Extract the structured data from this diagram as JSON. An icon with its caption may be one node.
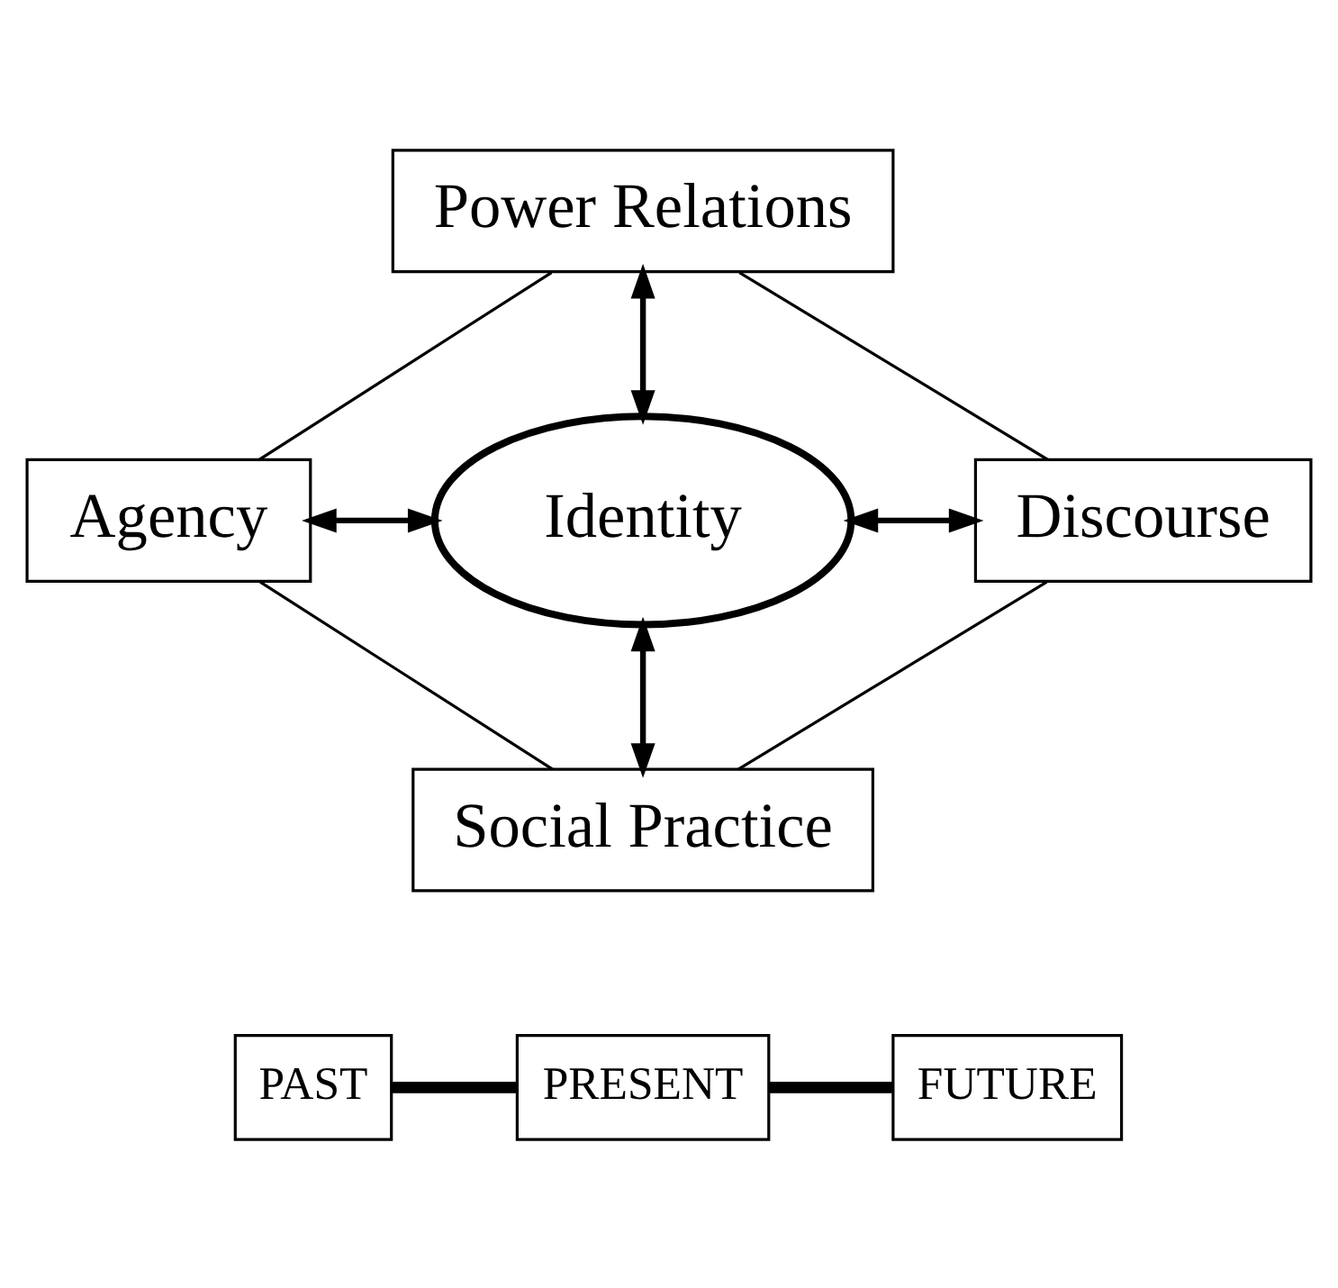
{
  "diagram": {
    "nodes": [
      {
        "text": [
          "Power Relations"
        ]
      },
      {
        "text": [
          "Agency"
        ]
      },
      {
        "text": [
          "Identity"
        ]
      },
      {
        "text": [
          "Discourse"
        ]
      },
      {
        "text": [
          "Social Practice"
        ]
      },
      {
        "text": [
          "PAST"
        ]
      },
      {
        "text": [
          "PRESENT"
        ]
      },
      {
        "text": [
          "FUTURE"
        ]
      }
    ],
    "edges": [
      {
        "from": 0,
        "to": 2,
        "arrow": "both"
      },
      {
        "from": 1,
        "to": 2,
        "arrow": "both"
      },
      {
        "from": 2,
        "to": 3,
        "arrow": "both"
      },
      {
        "from": 2,
        "to": 4,
        "arrow": "both"
      },
      {
        "from": 0,
        "to": 1,
        "arrow": "none"
      },
      {
        "from": 0,
        "to": 3,
        "arrow": "none"
      },
      {
        "from": 1,
        "to": 4,
        "arrow": "none"
      },
      {
        "from": 3,
        "to": 4,
        "arrow": "none"
      },
      {
        "from": 5,
        "to": 6,
        "arrow": "none",
        "style": "thick"
      },
      {
        "from": 6,
        "to": 7,
        "arrow": "none",
        "style": "thick"
      }
    ]
  }
}
